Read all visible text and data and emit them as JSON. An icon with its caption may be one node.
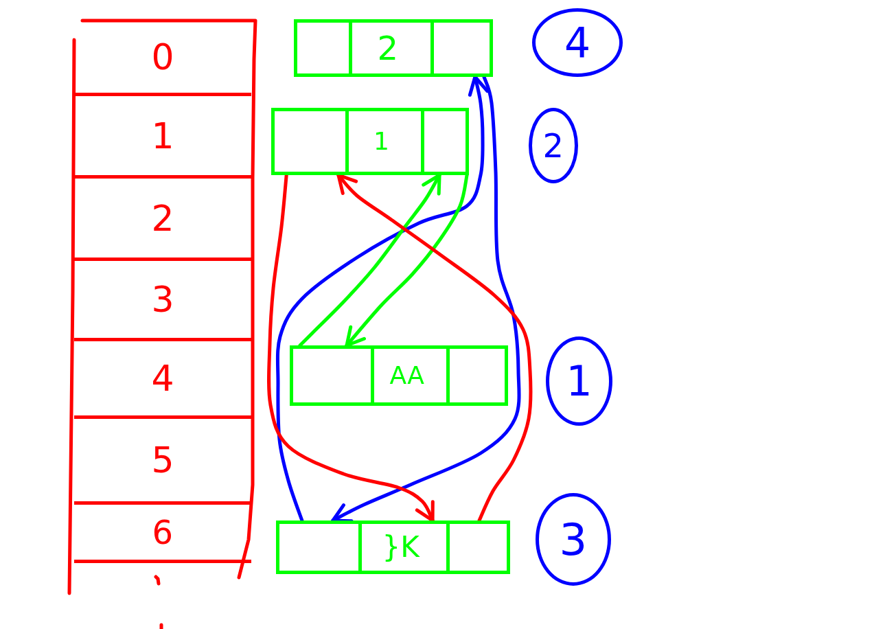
{
  "diagram": {
    "nodes": [
      {
        "text": [],
        "shape": "box"
      },
      {
        "text": [
          "0"
        ],
        "in": 0
      },
      {
        "text": [
          "1"
        ],
        "in": 0
      },
      {
        "text": [
          "2"
        ],
        "in": 0
      },
      {
        "text": [
          "3"
        ],
        "in": 0
      },
      {
        "text": [
          "4"
        ],
        "in": 0
      },
      {
        "text": [
          "5"
        ],
        "in": 0
      },
      {
        "text": [
          "6"
        ],
        "in": 0
      },
      {
        "text": [
          "2"
        ]
      },
      {
        "text": [
          "4"
        ]
      },
      {
        "text": [
          "1"
        ]
      },
      {
        "text": [
          "2"
        ]
      },
      {
        "text": [
          "AA"
        ]
      },
      {
        "text": [
          "1"
        ]
      },
      {
        "text": [
          "}K"
        ]
      },
      {
        "text": [
          "3"
        ]
      }
    ],
    "edges": [
      {
        "from": 8,
        "to": 14,
        "arrow": "to",
        "color": "#0000ff"
      },
      {
        "from": 14,
        "to": 8,
        "arrow": "to",
        "color": "#0000ff"
      },
      {
        "from": 10,
        "to": 12,
        "arrow": "to",
        "color": "#00ff00"
      },
      {
        "from": 12,
        "to": 10,
        "arrow": "to",
        "color": "#00ff00"
      },
      {
        "from": 10,
        "to": 14,
        "arrow": "to",
        "color": "#ff0000"
      },
      {
        "from": 14,
        "to": 10,
        "arrow": "to",
        "color": "#ff0000"
      }
    ]
  }
}
